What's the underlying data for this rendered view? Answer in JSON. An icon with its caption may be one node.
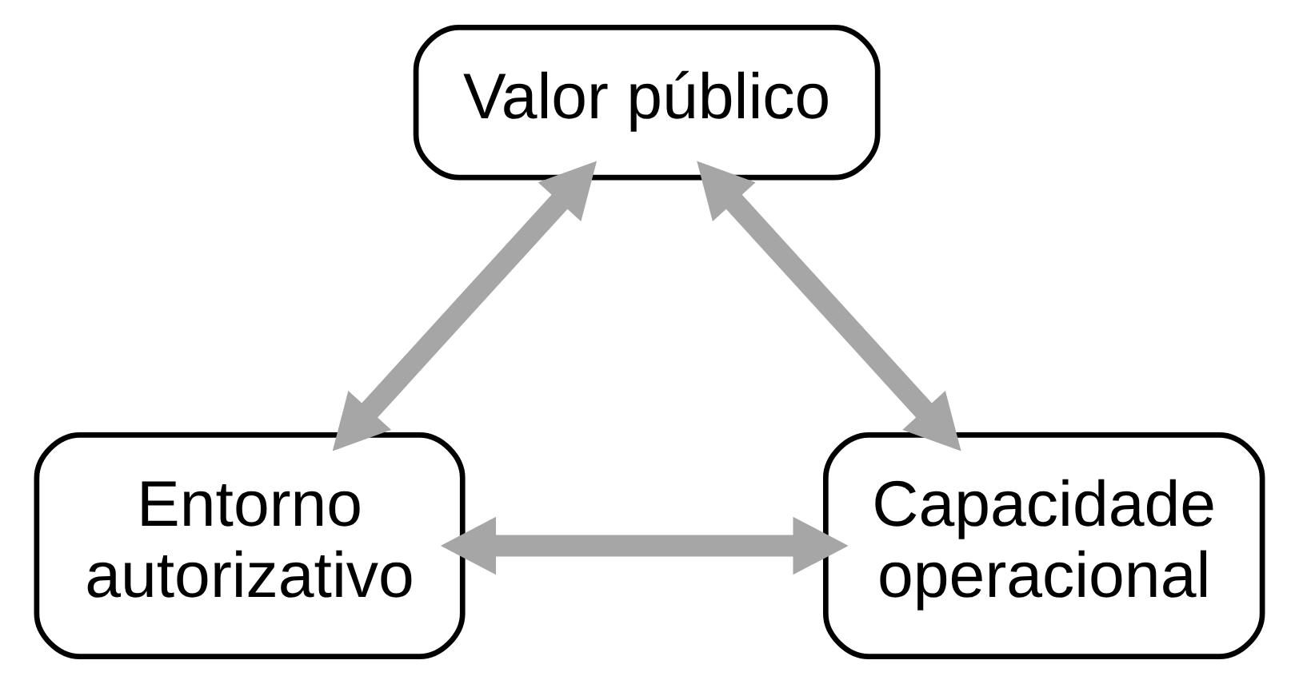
{
  "diagram": {
    "nodes": [
      {
        "text": [
          "Valor público"
        ]
      },
      {
        "text": [
          "Entorno autorizativo"
        ]
      },
      {
        "text": [
          "Capacidade operacional"
        ]
      }
    ],
    "edges": [
      {
        "from": 1,
        "to": 0,
        "arrow": "both"
      },
      {
        "from": 0,
        "to": 2,
        "arrow": "both"
      },
      {
        "from": 1,
        "to": 2,
        "arrow": "both"
      }
    ]
  }
}
